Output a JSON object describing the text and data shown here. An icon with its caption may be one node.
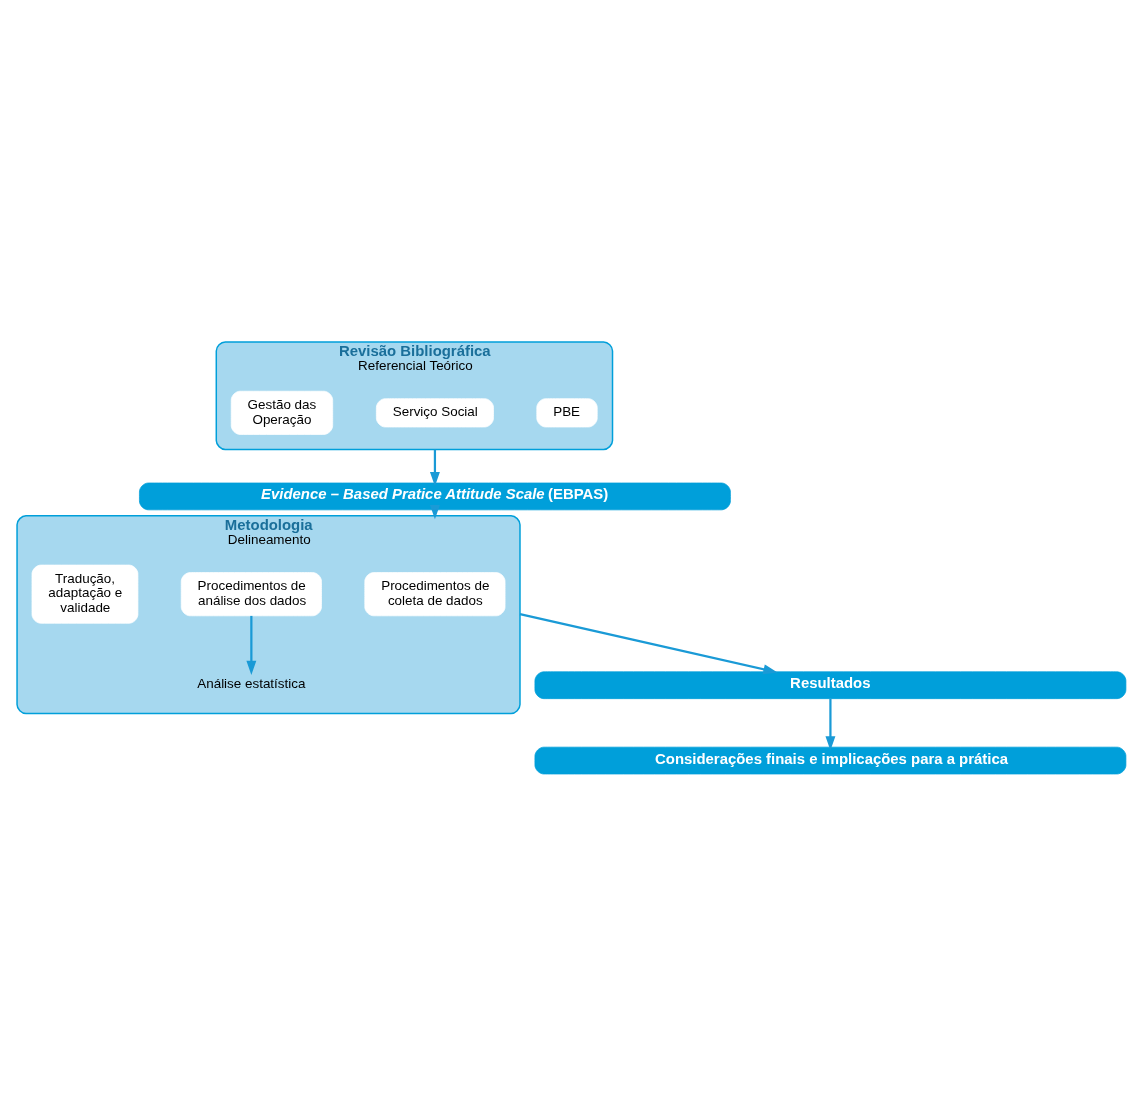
{
  "diagram": {
    "nodes": [
      {
        "text": [
          "Revisão Bibliográfica",
          "Referencial Teórico"
        ]
      },
      {
        "text": [
          "Gestão das Operação"
        ],
        "in": 0
      },
      {
        "text": [
          "Serviço Social"
        ],
        "in": 0
      },
      {
        "text": [
          "PBE"
        ],
        "in": 0
      },
      {
        "text": [
          "*Evidence – Based Pratice Attitude Scale* (EBPAS)"
        ]
      },
      {
        "text": [
          "Metodologia",
          "Delineamento"
        ]
      },
      {
        "text": [
          "Tradução, adaptação e validade"
        ],
        "in": 5
      },
      {
        "text": [
          "Procedimentos de coleta de dados"
        ],
        "in": 5
      },
      {
        "text": [
          "Procedimentos de análise dos dados"
        ],
        "in": 5
      },
      {
        "text": [
          "Análise estatística"
        ],
        "in": 5
      },
      {
        "text": [
          "Resultados"
        ]
      },
      {
        "text": [
          "Considerações finais e implicações para a prática"
        ]
      }
    ],
    "edges": [
      {
        "from": 0,
        "to": 4,
        "arrow": "to"
      },
      {
        "from": 4,
        "to": 5,
        "arrow": "to"
      },
      {
        "from": 8,
        "to": 9,
        "arrow": "to"
      },
      {
        "from": 5,
        "to": 10,
        "arrow": "to"
      },
      {
        "from": 10,
        "to": 11,
        "arrow": "to"
      }
    ]
  }
}
